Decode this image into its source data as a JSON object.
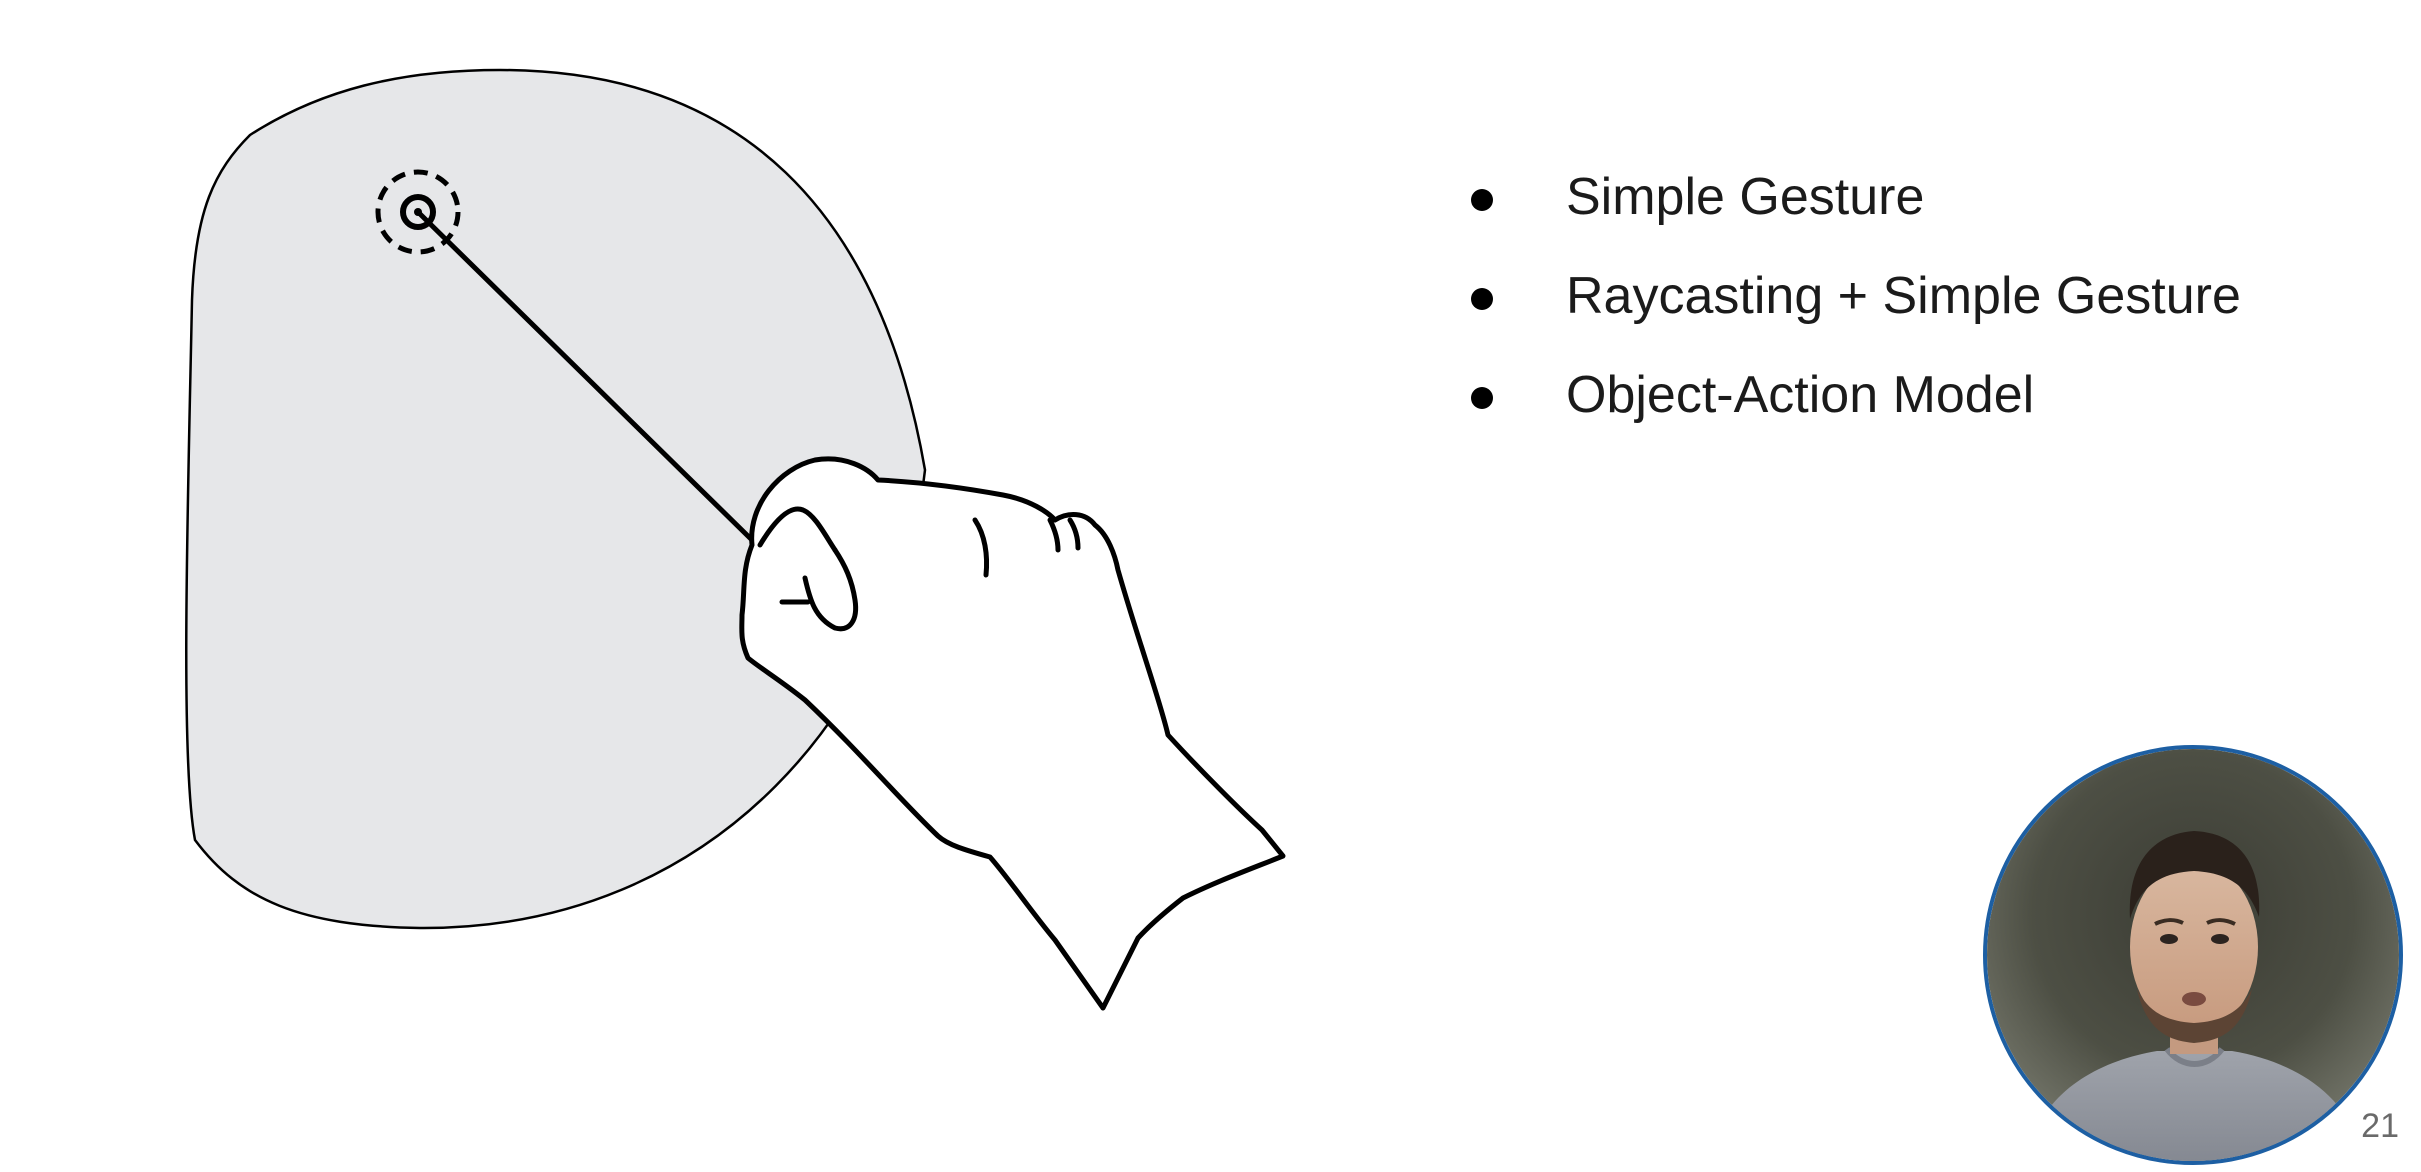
{
  "slide": {
    "bullets": [
      {
        "label": "Simple Gesture"
      },
      {
        "label": "Raycasting + Simple Gesture"
      },
      {
        "label": "Object-Action Model"
      }
    ],
    "page_number": "21"
  },
  "illustration": {
    "icons": [
      "field-of-view-shape",
      "target-reticle-icon",
      "pointing-ray",
      "pinching-hand-icon"
    ],
    "colors": {
      "field_fill": "#e6e7e9",
      "outline": "#000000",
      "hand_fill": "#ffffff"
    }
  },
  "presenter_video": {
    "icon": "presenter-webcam",
    "border_color": "#1d5fa3"
  }
}
